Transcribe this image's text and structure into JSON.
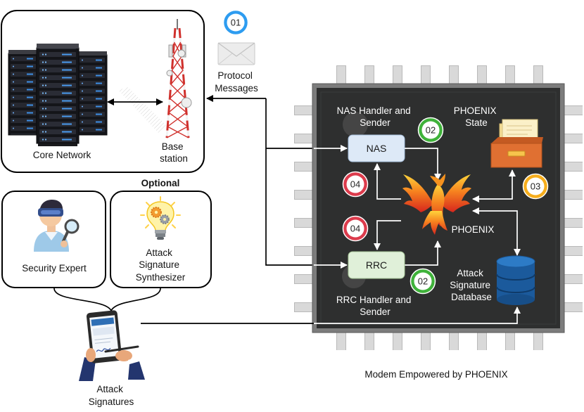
{
  "core_network_panel": {
    "core_network_label": "Core Network",
    "base_station_label": [
      "Base",
      "station"
    ]
  },
  "protocol_messages": {
    "badge": "01",
    "label": [
      "Protocol",
      "Messages"
    ]
  },
  "optional_section": {
    "heading": "Optional",
    "security_expert_label": "Security Expert",
    "synthesizer_label": [
      "Attack",
      "Signature",
      "Synthesizer"
    ]
  },
  "attack_signatures": {
    "label": [
      "Attack",
      "Signatures"
    ]
  },
  "modem": {
    "caption": "Modem Empowered by PHOENIX",
    "nas_handler": {
      "label": [
        "NAS Handler and",
        "Sender"
      ],
      "box_label": "NAS",
      "badge": "02"
    },
    "rrc_handler": {
      "label": [
        "RRC Handler and",
        "Sender"
      ],
      "box_label": "RRC",
      "badge": "02"
    },
    "phoenix_state": {
      "label": [
        "PHOENIX",
        "State"
      ],
      "badge": "03"
    },
    "phoenix_core": {
      "label": "PHOENIX",
      "badges": [
        "04",
        "04"
      ]
    },
    "attack_signature_database": {
      "label": [
        "Attack",
        "Signature",
        "Database"
      ]
    }
  },
  "icons": [
    "server-rack-icon",
    "cell-tower-icon",
    "envelope-icon",
    "file-drawer-icon",
    "phoenix-icon",
    "database-icon",
    "security-expert-icon",
    "lightbulb-gears-icon",
    "tablet-signature-icon"
  ],
  "colors": {
    "badge_blue": "#2d9cf0",
    "badge_green": "#3fb23a",
    "badge_red": "#dc3b4c",
    "badge_yellow": "#f6ad1c",
    "chip_body": "#2e2f2f",
    "nas_box": "#dde9f7",
    "rrc_box": "#e0f0d9",
    "database": "#1b5a9c"
  }
}
